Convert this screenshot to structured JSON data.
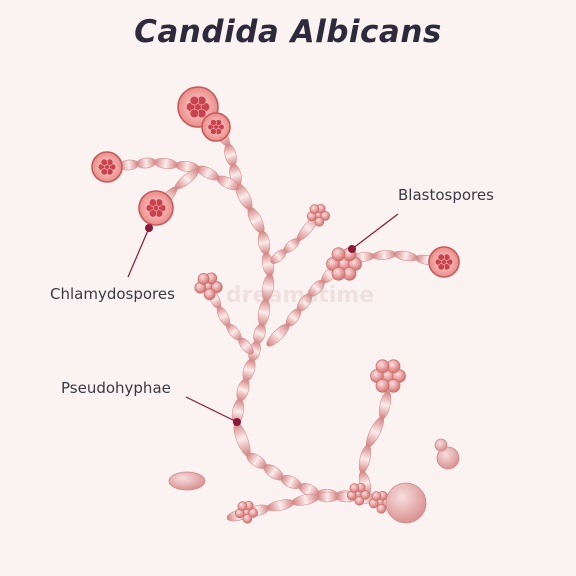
{
  "diagram": {
    "title": "Candida Albicans",
    "labels": {
      "blastospores": "Blastospores",
      "chlamydospores": "Chlamydospores",
      "pseudohyphae": "Pseudohyphae"
    }
  },
  "watermark": "dreamstime",
  "colors": {
    "background": "#fbf3f1",
    "cell_dark": "#d88583",
    "cell_light": "#f7e4e3",
    "spore_fill": "#e99f9d",
    "spore_core": "#c84a55",
    "pointer": "#8c1836",
    "title": "#2d2a3c"
  }
}
